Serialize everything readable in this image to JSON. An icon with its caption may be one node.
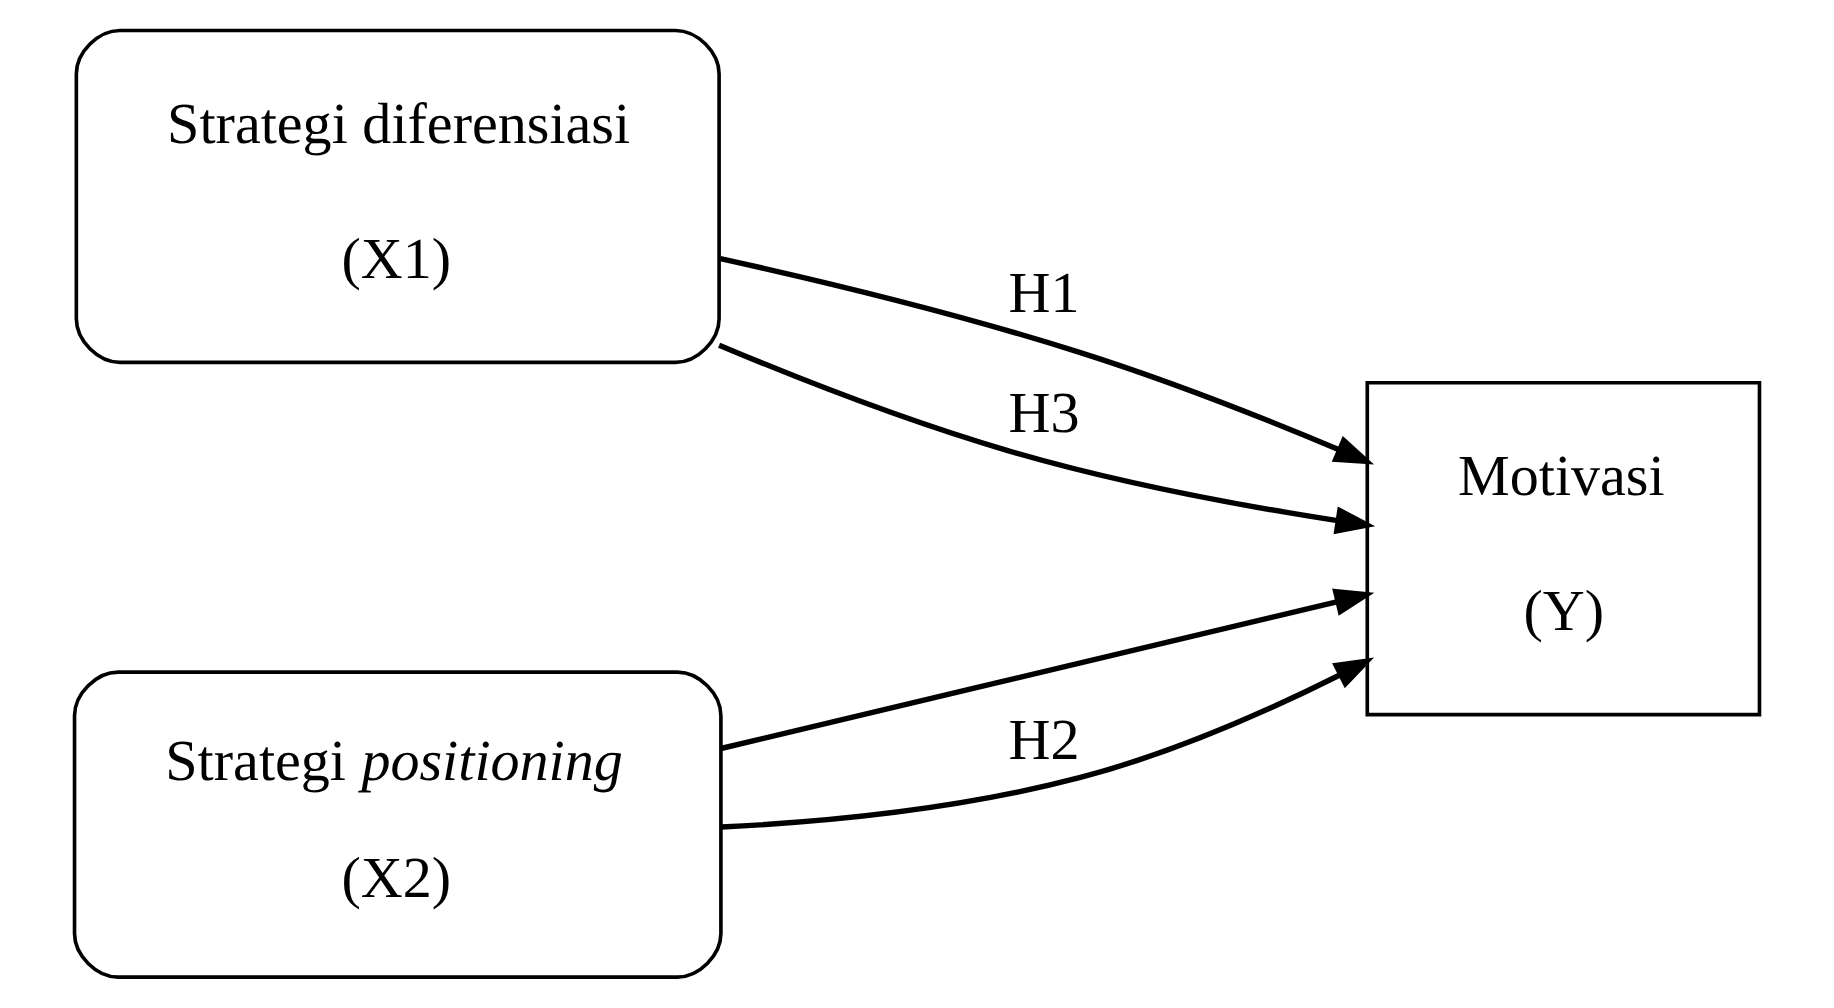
{
  "diagram": {
    "nodes": [
      {
        "text": [
          "Strategi diferensiasi",
          "(X1)"
        ]
      },
      {
        "text": [
          "Strategi *positioning*",
          "(X2)"
        ]
      },
      {
        "text": [
          "Motivasi",
          "(Y)"
        ]
      }
    ],
    "edges": [
      {
        "from": 0,
        "to": 2,
        "arrow": "to",
        "label": "H1"
      },
      {
        "from": 0,
        "to": 2,
        "arrow": "to",
        "label": "H3"
      },
      {
        "from": 1,
        "to": 2,
        "arrow": "to"
      },
      {
        "from": 1,
        "to": 2,
        "arrow": "to",
        "label": "H2"
      }
    ]
  }
}
